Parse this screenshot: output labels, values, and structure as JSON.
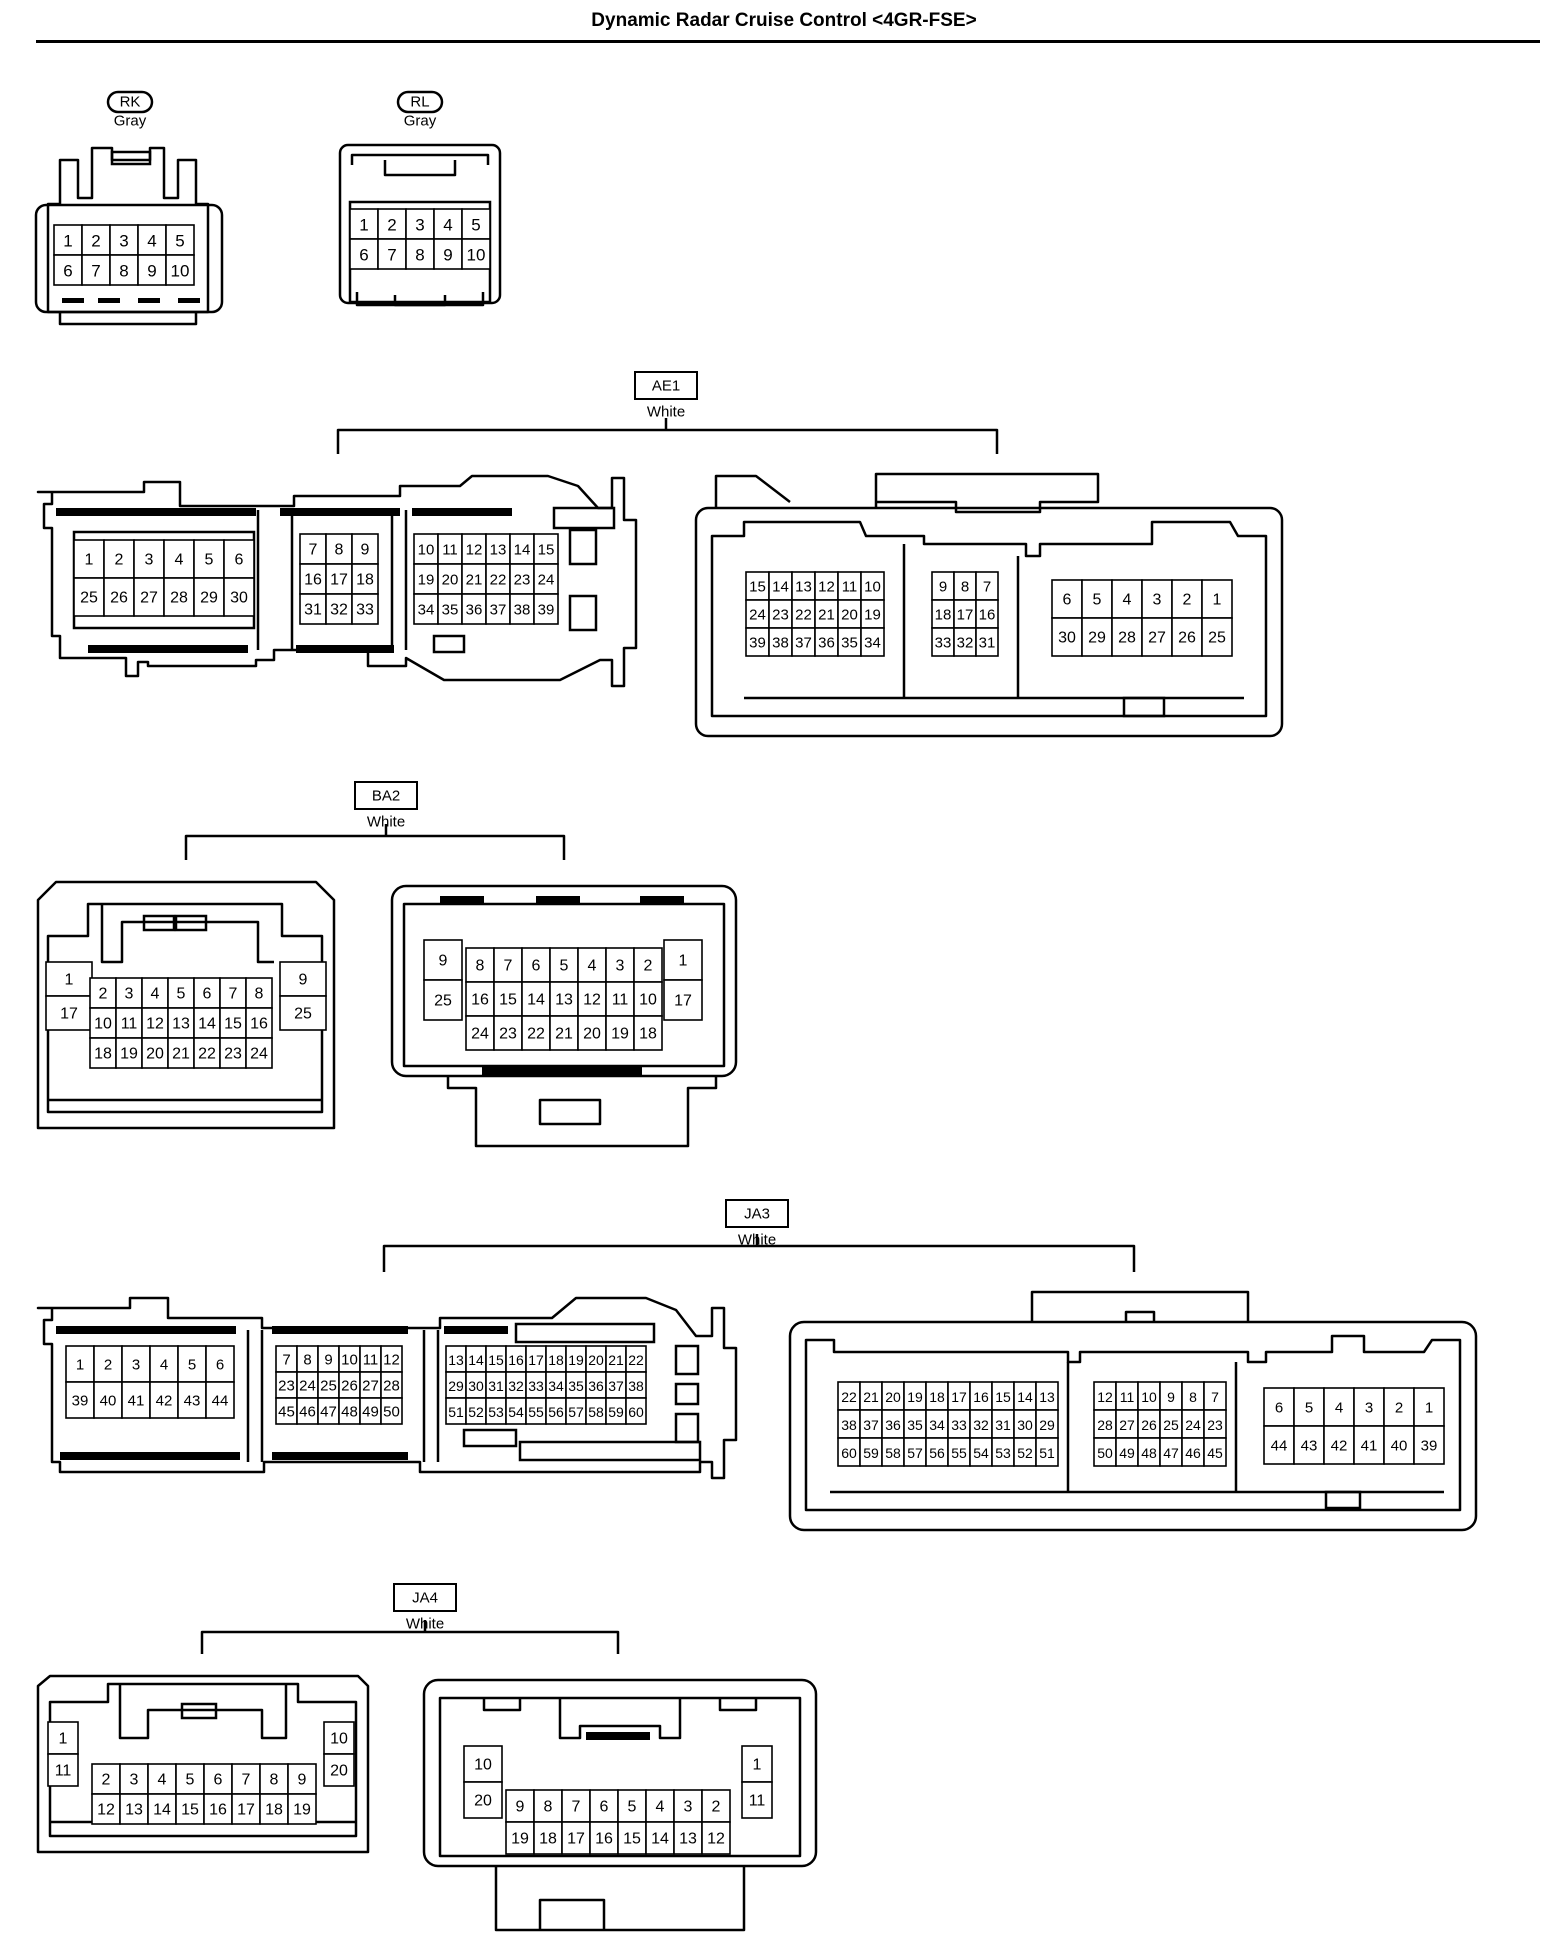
{
  "title": "Dynamic Radar Cruise Control <4GR-FSE>",
  "connectors": [
    {
      "id": "RK",
      "color": "Gray"
    },
    {
      "id": "RL",
      "color": "Gray"
    },
    {
      "id": "AE1",
      "color": "White"
    },
    {
      "id": "BA2",
      "color": "White"
    },
    {
      "id": "JA3",
      "color": "White"
    },
    {
      "id": "JA4",
      "color": "White"
    }
  ]
}
